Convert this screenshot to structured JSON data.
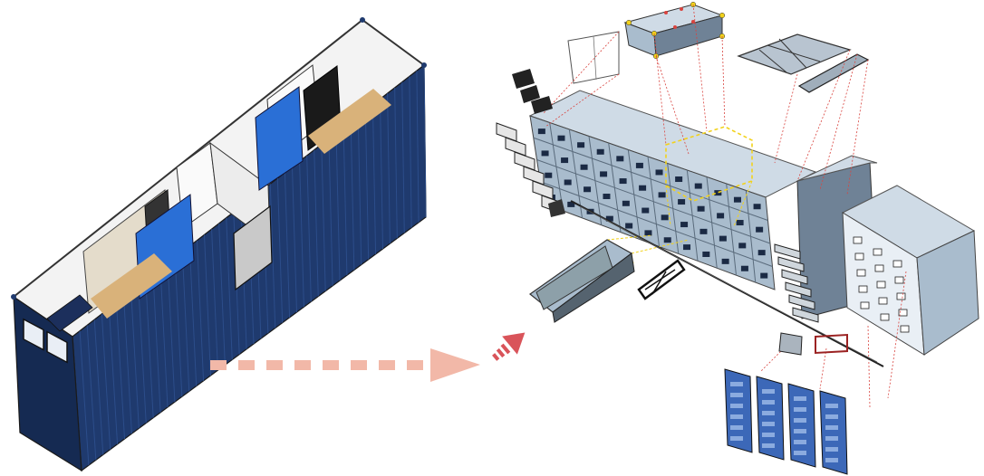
{
  "diagram": {
    "kind": "exploded-isometric-illustration",
    "left_panel": "container-unit-interior-cutaway",
    "right_panel": "stacked-container-building-exploded-view",
    "connector": "dashed-arrow-left-to-right"
  },
  "colors": {
    "container_blue": "#1f3a6e",
    "container_blue_dark": "#152a52",
    "container_blue_light": "#2c4d8a",
    "interior_white": "#f6f6f6",
    "floor_wood": "#d9b27a",
    "bath_blue": "#2a6fd6",
    "module_grey": "#a9bccd",
    "module_grey_dark": "#6f8296",
    "module_grey_light": "#cfdbe6",
    "arrow_salmon": "#f2b8a8",
    "arrow_red": "#d9545a",
    "guide_red": "#d9443f",
    "guide_yellow": "#f2d21b",
    "panel_blue": "#3c68b8",
    "outline": "#222222"
  },
  "icons": {
    "container": "shipping-container-icon",
    "building": "modular-building-icon",
    "arrow": "dashed-arrow-icon"
  }
}
